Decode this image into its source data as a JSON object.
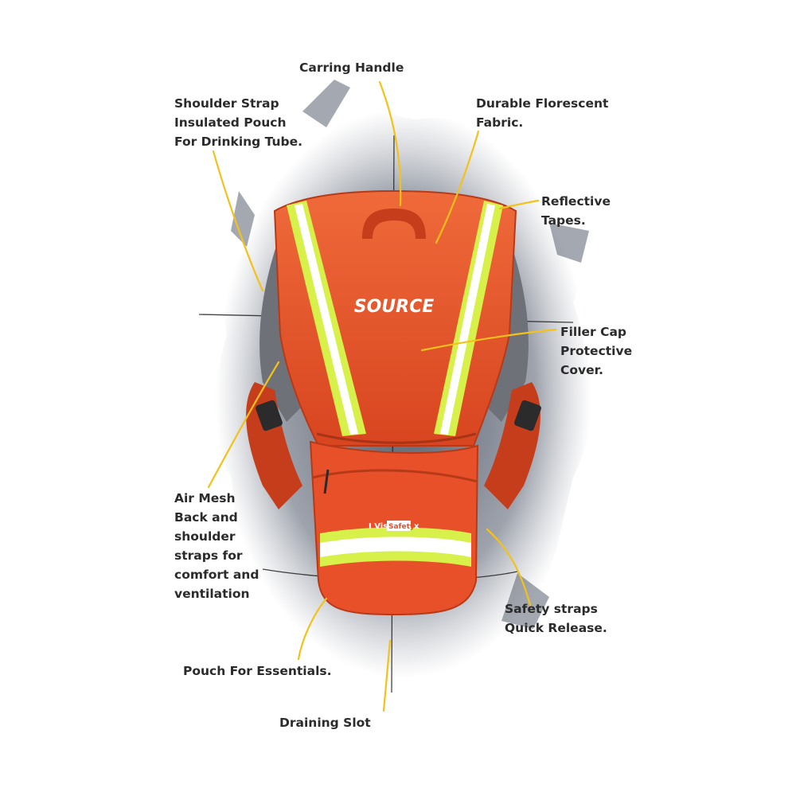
{
  "brand": {
    "logo_text": "SOURCE",
    "tag_prefix": "I Vis",
    "tag_badge": "Safety",
    "tag_suffix": "x"
  },
  "callouts": {
    "carrying_handle": "Carring Handle",
    "shoulder_strap": [
      "Shoulder Strap",
      "Insulated Pouch",
      "For Drinking Tube."
    ],
    "durable_fabric": [
      "Durable Florescent",
      "Fabric."
    ],
    "reflective_tapes": [
      "Reflective",
      "Tapes."
    ],
    "filler_cap": [
      "Filler Cap",
      "Protective",
      "Cover."
    ],
    "air_mesh": [
      "Air Mesh",
      "Back and",
      "shoulder",
      "straps for",
      "comfort and",
      "ventilation"
    ],
    "safety_straps": [
      "Safety straps",
      "Quick Release."
    ],
    "pouch": "Pouch For Essentials.",
    "draining_slot": "Draining Slot"
  },
  "colors": {
    "leader_line": "#f2c21b",
    "label_text": "#2b2b2b",
    "pack_orange": "#e8502a",
    "pack_dark_orange": "#c63d1c",
    "reflective_yellow": "#d8f04a",
    "reflective_white": "#ffffff",
    "mesh_gray": "#6f7178",
    "backdrop_slate": "#4a5262"
  }
}
